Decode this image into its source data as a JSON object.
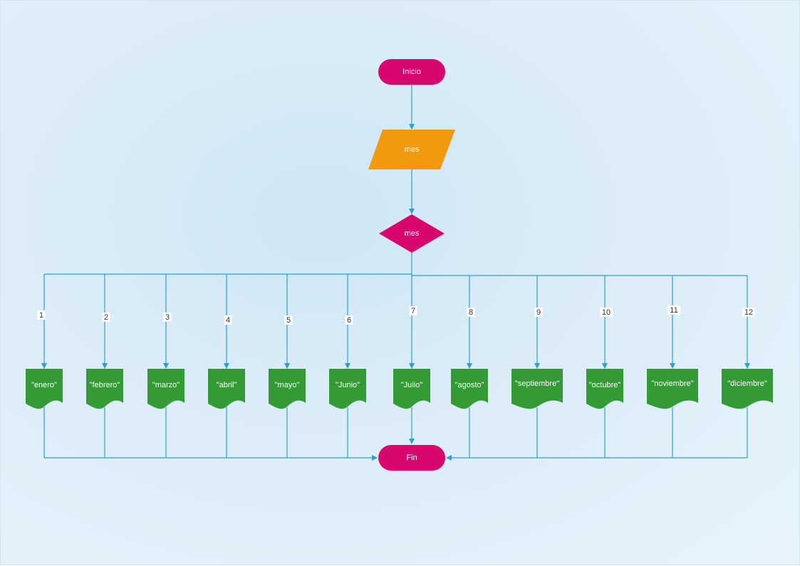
{
  "flowchart": {
    "start": "Inicio",
    "input": "mes",
    "decision": "mes",
    "end": "Fin",
    "cases": [
      {
        "label": "1",
        "output": "\"enero\""
      },
      {
        "label": "2",
        "output": "\"febrero\""
      },
      {
        "label": "3",
        "output": "\"marzo\""
      },
      {
        "label": "4",
        "output": "\"abril\""
      },
      {
        "label": "5",
        "output": "\"mayo\""
      },
      {
        "label": "6",
        "output": "\"Junio\""
      },
      {
        "label": "7",
        "output": "\"Julio\""
      },
      {
        "label": "8",
        "output": "\"agosto\""
      },
      {
        "label": "9",
        "output": "\"septiembre\""
      },
      {
        "label": "10",
        "output": "\"octubre\""
      },
      {
        "label": "11",
        "output": "\"noviembre\""
      },
      {
        "label": "12",
        "output": "\"diciembre\""
      }
    ]
  },
  "colors": {
    "terminal": "#d8076e",
    "input": "#f19a10",
    "decision": "#d8076e",
    "output": "#339a35",
    "connector": "#2f9fd0",
    "background": "#dcedf8"
  }
}
